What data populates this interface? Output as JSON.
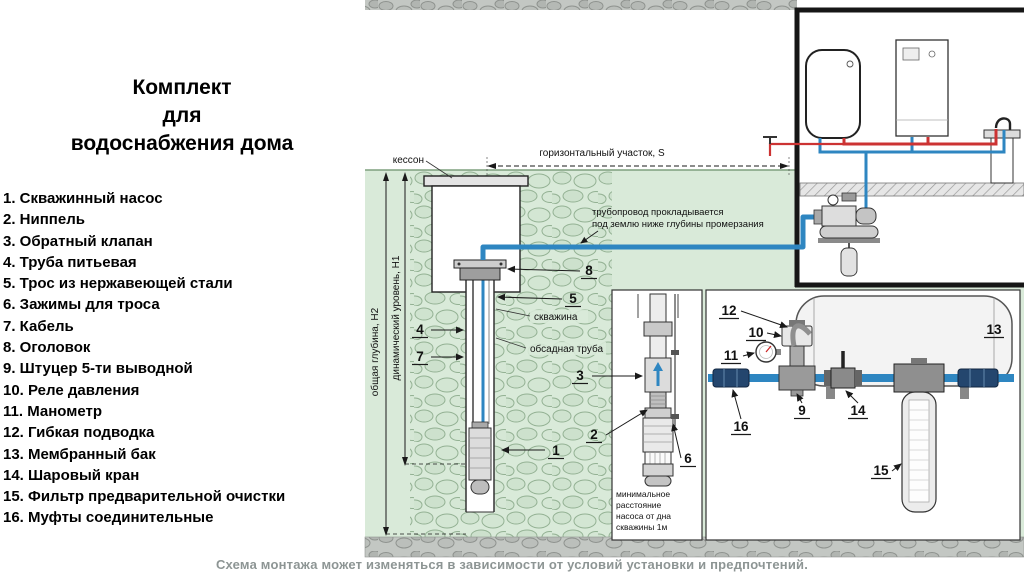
{
  "title": {
    "lines": [
      "Комплект",
      "для",
      "водоснабжения дома"
    ]
  },
  "legend": {
    "items": [
      "1. Скважинный насос",
      "2. Ниппель",
      "3. Обратный клапан",
      "4. Труба питьевая",
      "5. Трос из нержавеющей стали",
      "6. Зажимы для троса",
      "7. Кабель",
      "8. Оголовок",
      "9. Штуцер 5-ти выводной",
      "10. Реле давления",
      "11. Манометр",
      "12. Гибкая подводка",
      "13. Мембранный бак",
      "14. Шаровый кран",
      "15. Фильтр предварительной очистки",
      "16. Муфты соединительные"
    ]
  },
  "diagram": {
    "labels": {
      "kesson": "кессон",
      "horizontal": "горизонтальный участок, S",
      "pipeline_line1": "трубопровод прокладывается",
      "pipeline_line2": "под землю ниже глубины промерзания",
      "depth_total": "общая глубина, Н2",
      "depth_dynamic": "динамический уровень, Н1",
      "well": "скважина",
      "casing": "обсадная труба",
      "min_distance_lines": [
        "минимальное",
        "расстояние",
        "насоса от дна",
        "скважины 1м"
      ]
    },
    "callouts": [
      "1",
      "2",
      "3",
      "4",
      "5",
      "6",
      "7",
      "8",
      "9",
      "10",
      "11",
      "12",
      "13",
      "14",
      "15",
      "16"
    ]
  },
  "footer": {
    "note": "Схема монтажа может изменяться в зависимости от условий установки и предпочтений."
  },
  "colors": {
    "ground_green": "#d9ead9",
    "cold_pipe_blue": "#2e86c1",
    "hot_pipe_red": "#cc3333",
    "concrete_gray": "#c3c7c3"
  }
}
